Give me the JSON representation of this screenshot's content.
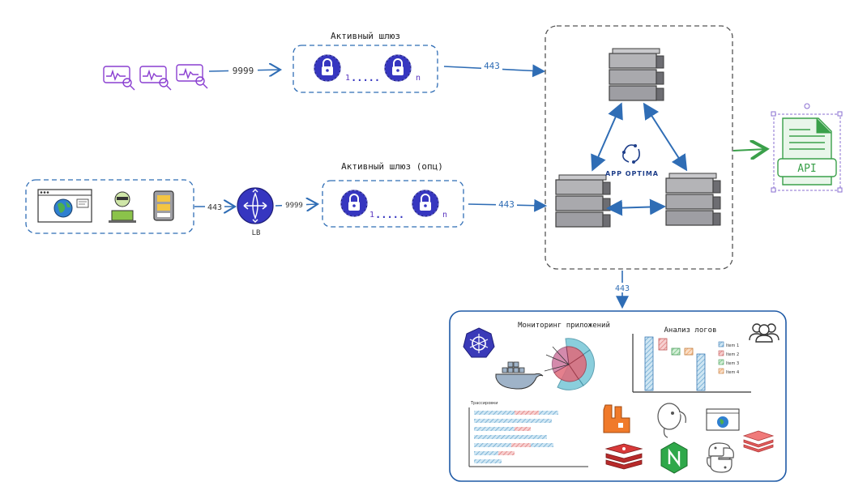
{
  "gateways": {
    "active_title": "Активный шлюз",
    "optional_title": "Активный шлюз (опц)",
    "range_start": "1",
    "range_dots": ".....",
    "range_end": "n"
  },
  "ports": {
    "sensors_to_gateway": "9999",
    "gateway_to_cluster": "443",
    "clients_to_lb": "443",
    "lb_to_gateway": "9999",
    "opt_gateway_to_cluster": "443",
    "cluster_to_monitoring": "443"
  },
  "lb": {
    "label": "LB"
  },
  "cluster": {
    "brand": "APP OPTIMA"
  },
  "api": {
    "label": "API"
  },
  "monitoring": {
    "title": "Мониторинг приложений",
    "logs_title": "Анализ логов",
    "traces_title": "Трассировки",
    "legend": [
      "Item 1",
      "Item 2",
      "Item 3",
      "Item 4"
    ]
  },
  "colors": {
    "arrow": "#2f6db5",
    "accent_blue": "#3b3bc4",
    "sensor_purple": "#8a3fd1",
    "api_green": "#3aa04a",
    "frame_blue": "#1f5aa6"
  }
}
